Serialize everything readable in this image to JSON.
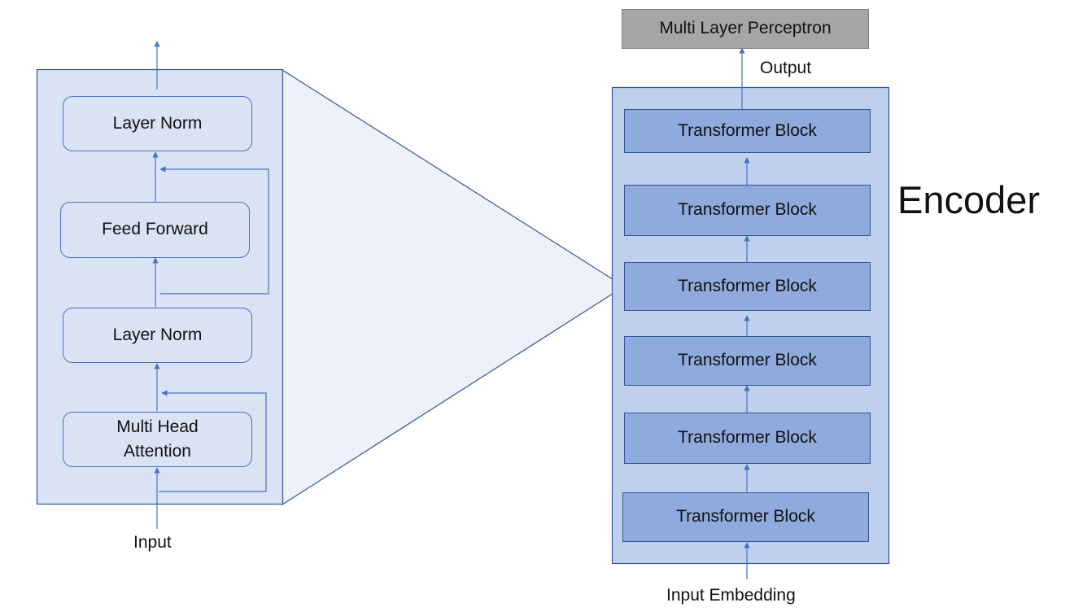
{
  "detail": {
    "layer_norm_top": "Layer Norm",
    "feed_forward": "Feed Forward",
    "layer_norm_bottom": "Layer Norm",
    "multi_head_attention": "Multi Head\nAttention",
    "input_label": "Input"
  },
  "encoder": {
    "title": "Encoder",
    "mlp": "Multi Layer Perceptron",
    "output_label": "Output",
    "input_label": "Input Embedding",
    "blocks": [
      "Transformer Block",
      "Transformer Block",
      "Transformer Block",
      "Transformer Block",
      "Transformer Block",
      "Transformer Block"
    ]
  },
  "colors": {
    "panel_fill": "#dae3f3",
    "block_fill": "#8faadc",
    "encoder_fill": "#bfd0ec",
    "zoom_fill": "#edf1f9",
    "mlp_fill": "#a6a6a6",
    "line": "#4472c4",
    "dark_line": "#2f5597"
  }
}
